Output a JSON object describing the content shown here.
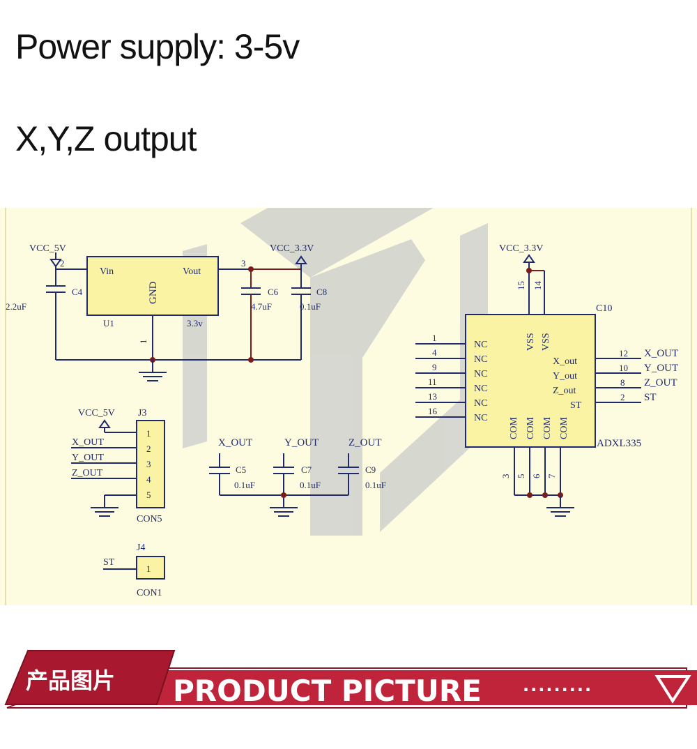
{
  "headings": {
    "power": "Power supply: 3-5v",
    "output": "X,Y,Z output"
  },
  "schematic": {
    "regulator": {
      "vcc_in": "VCC_5V",
      "vcc_out": "VCC_3.3V",
      "vin": "Vin",
      "vout": "Vout",
      "gnd": "GND",
      "ref": "U1",
      "value": "3.3v",
      "pin_in": "2",
      "pin_out": "3",
      "pin_gnd": "1",
      "c4_ref": "C4",
      "c4_val": "2.2uF",
      "c6_ref": "C6",
      "c6_val": "4.7uF",
      "c8_ref": "C8",
      "c8_val": "0.1uF"
    },
    "adxl": {
      "vcc": "VCC_3.3V",
      "ref": "C10",
      "part": "ADXL335",
      "vss": "VSS",
      "com": "COM",
      "nc": "NC",
      "pin_vss1": "15",
      "pin_vss2": "14",
      "nc_pins": [
        "1",
        "4",
        "9",
        "11",
        "13",
        "16"
      ],
      "outputs": [
        {
          "inner": "X_out",
          "pin": "12",
          "net": "X_OUT"
        },
        {
          "inner": "Y_out",
          "pin": "10",
          "net": "Y_OUT"
        },
        {
          "inner": "Z_out",
          "pin": "8",
          "net": "Z_OUT"
        },
        {
          "inner": "ST",
          "pin": "2",
          "net": "ST"
        }
      ],
      "com_pins": [
        "3",
        "5",
        "6",
        "7"
      ]
    },
    "j3": {
      "vcc": "VCC_5V",
      "ref": "J3",
      "part": "CON5",
      "pins": [
        "1",
        "2",
        "3",
        "4",
        "5"
      ],
      "nets": [
        "X_OUT",
        "Y_OUT",
        "Z_OUT"
      ]
    },
    "filters": [
      {
        "net": "X_OUT",
        "ref": "C5",
        "val": "0.1uF"
      },
      {
        "net": "Y_OUT",
        "ref": "C7",
        "val": "0.1uF"
      },
      {
        "net": "Z_OUT",
        "ref": "C9",
        "val": "0.1uF"
      }
    ],
    "j4": {
      "ref": "J4",
      "part": "CON1",
      "net": "ST",
      "pin": "1"
    }
  },
  "banner": {
    "cn": "产品图片",
    "en": "PRODUCT PICTURE",
    "dots": "·········",
    "icon": "triangle-down-icon",
    "color_red": "#c0243a",
    "color_dark": "#8d1426"
  }
}
